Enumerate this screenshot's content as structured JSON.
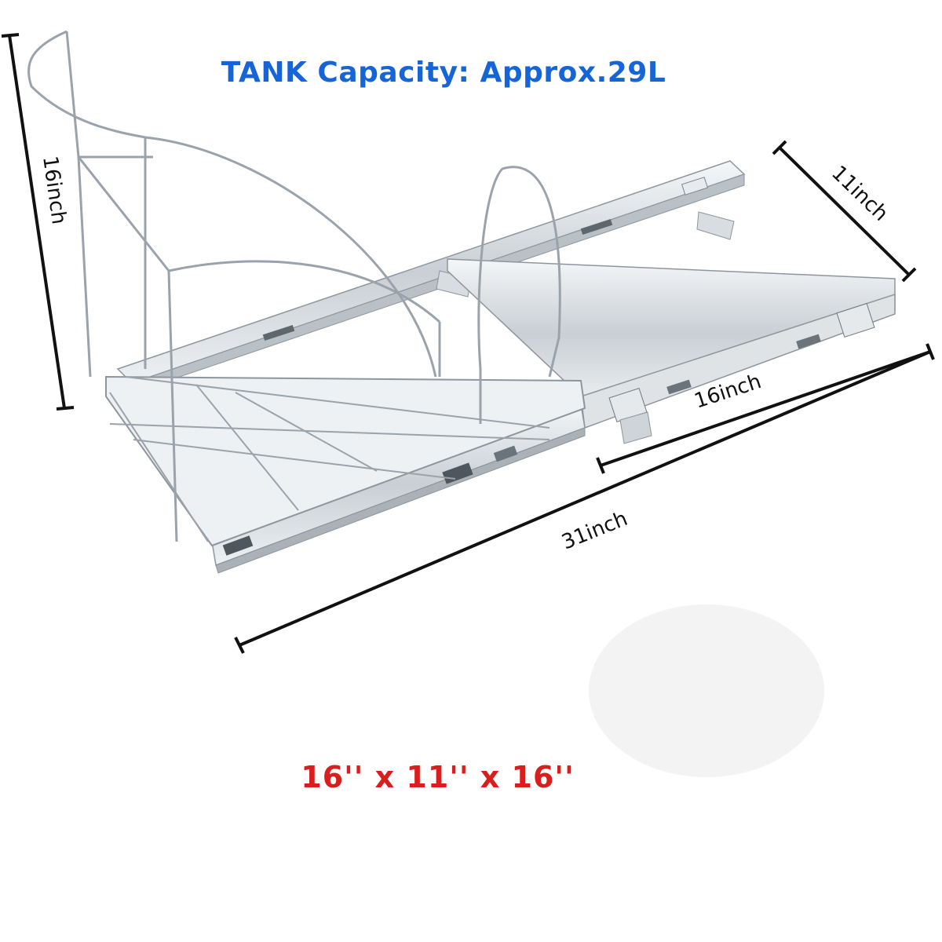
{
  "header": {
    "title": "TANK Capacity: Approx.29L"
  },
  "dimensions": {
    "height_label": "16inch",
    "depth_label": "11inch",
    "extension_label": "16inch",
    "total_length_label": "31inch"
  },
  "footer": {
    "size_text": "16'' x 11'' x 16''"
  },
  "colors": {
    "title": "#1565d8",
    "size_text": "#d91e1e",
    "metal": "#9aa3ab",
    "metal_light": "#d7dce0",
    "dimension_line": "#111111"
  }
}
